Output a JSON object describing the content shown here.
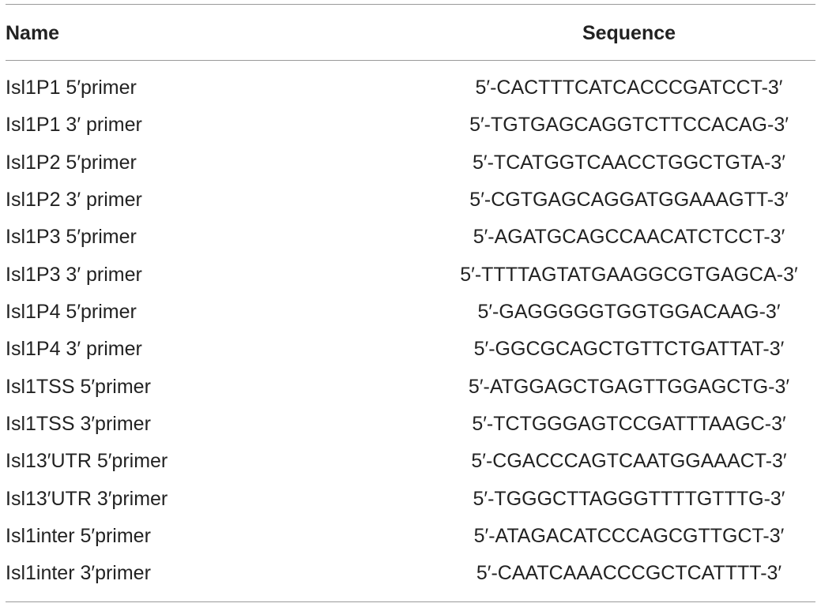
{
  "table": {
    "headers": {
      "name": "Name",
      "sequence": "Sequence"
    },
    "rows": [
      {
        "name": "Isl1P1 5′primer",
        "sequence": "5′-CACTTTCATCACCCGATCCT-3′"
      },
      {
        "name": "Isl1P1 3′ primer",
        "sequence": "5′-TGTGAGCAGGTCTTCCACAG-3′"
      },
      {
        "name": "Isl1P2 5′primer",
        "sequence": "5′-TCATGGTCAACCTGGCTGTA-3′"
      },
      {
        "name": "Isl1P2 3′ primer",
        "sequence": "5′-CGTGAGCAGGATGGAAAGTT-3′"
      },
      {
        "name": "Isl1P3 5′primer",
        "sequence": "5′-AGATGCAGCCAACATCTCCT-3′"
      },
      {
        "name": "Isl1P3 3′ primer",
        "sequence": "5′-TTTTAGTATGAAGGCGTGAGCA-3′"
      },
      {
        "name": "Isl1P4 5′primer",
        "sequence": "5′-GAGGGGGTGGTGGACAAG-3′"
      },
      {
        "name": "Isl1P4 3′ primer",
        "sequence": "5′-GGCGCAGCTGTTCTGATTAT-3′"
      },
      {
        "name": "Isl1TSS 5′primer",
        "sequence": "5′-ATGGAGCTGAGTTGGAGCTG-3′"
      },
      {
        "name": "Isl1TSS 3′primer",
        "sequence": "5′-TCTGGGAGTCCGATTTAAGC-3′"
      },
      {
        "name": "Isl13′UTR 5′primer",
        "sequence": "5′-CGACCCAGTCAATGGAAACT-3′"
      },
      {
        "name": "Isl13′UTR 3′primer",
        "sequence": "5′-TGGGCTTAGGGTTTTGTTTG-3′"
      },
      {
        "name": "Isl1inter 5′primer",
        "sequence": "5′-ATAGACATCCCAGCGTTGCT-3′"
      },
      {
        "name": "Isl1inter 3′primer",
        "sequence": "5′-CAATCAAACCCGCTCATTTT-3′"
      }
    ]
  }
}
